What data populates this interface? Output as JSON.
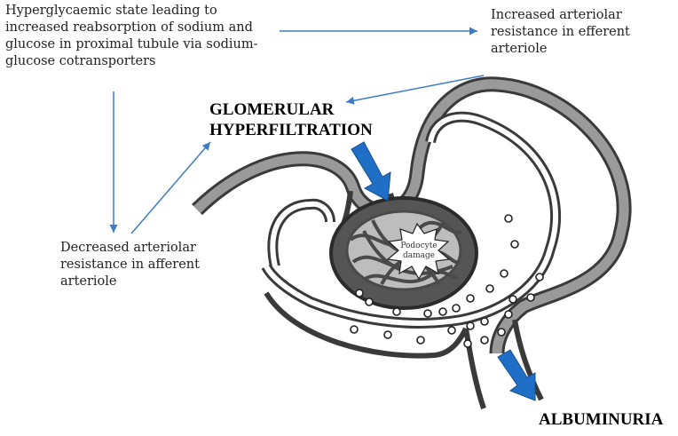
{
  "labels": {
    "hyperglycaemic": "Hyperglycaemic state leading to\nincreased reabsorption of sodium and\nglucose in proximal tubule via sodium-\nglucose cotransporters",
    "efferent": "Increased arteriolar\nresistance in efferent\narteriole",
    "afferent": "Decreased arteriolar\nresistance in afferent\narteriole",
    "glomerular": "GLOMERULAR\nHYPERFILTRATION",
    "podocyte": "Podocyte\ndamage",
    "albuminuria": "ALBUMINURIA"
  },
  "colors": {
    "connector": "#3d7cc4",
    "big_arrow": "#1f6fc7",
    "vessel": "#9a9a9a",
    "outline": "#3a3a3a"
  }
}
